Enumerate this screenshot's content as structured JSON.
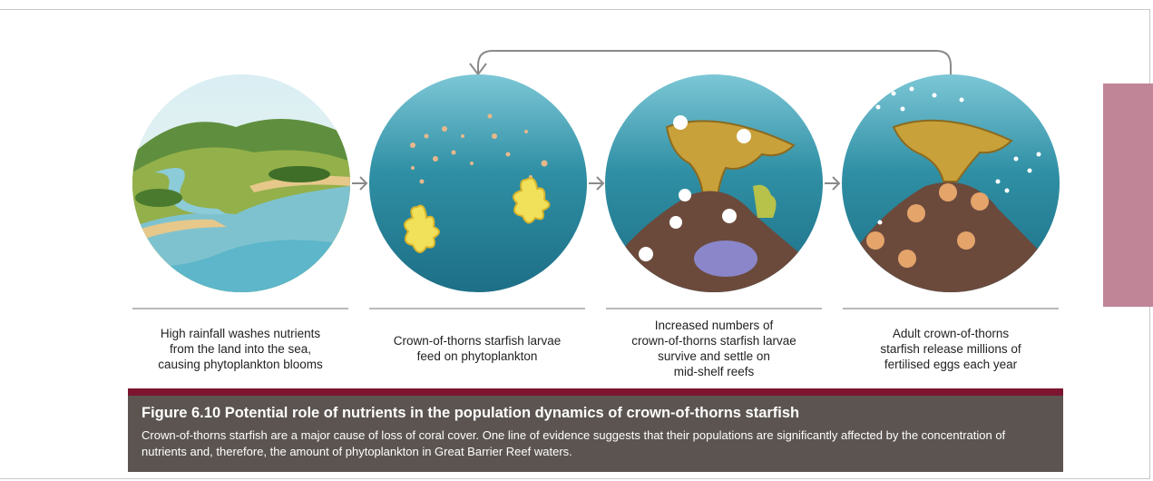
{
  "panels": [
    {
      "caption": "High rainfall washes nutrients\nfrom the land into the sea,\ncausing phytoplankton blooms"
    },
    {
      "caption": "Crown-of-thorns starfish larvae\nfeed on phytoplankton"
    },
    {
      "caption": "Increased numbers of\ncrown-of-thorns starfish larvae\nsurvive and settle on\nmid-shelf reefs"
    },
    {
      "caption": "Adult crown-of-thorns\nstarfish release millions of\nfertilised eggs each year"
    }
  ],
  "figure": {
    "title": "Figure 6.10 Potential role of nutrients in the population  dynamics of crown-of-thorns starfish",
    "text": "Crown-of-thorns starfish are a major cause of loss of coral cover. One line of evidence suggests that their populations are significantly affected by the concentration of nutrients and, therefore, the amount of phytoplankton in Great Barrier Reef waters."
  },
  "colors": {
    "sea": "#2f8fa4",
    "side_tab": "#c08597",
    "caption_bar": "#7d1530",
    "caption_box": "#5b5450"
  }
}
